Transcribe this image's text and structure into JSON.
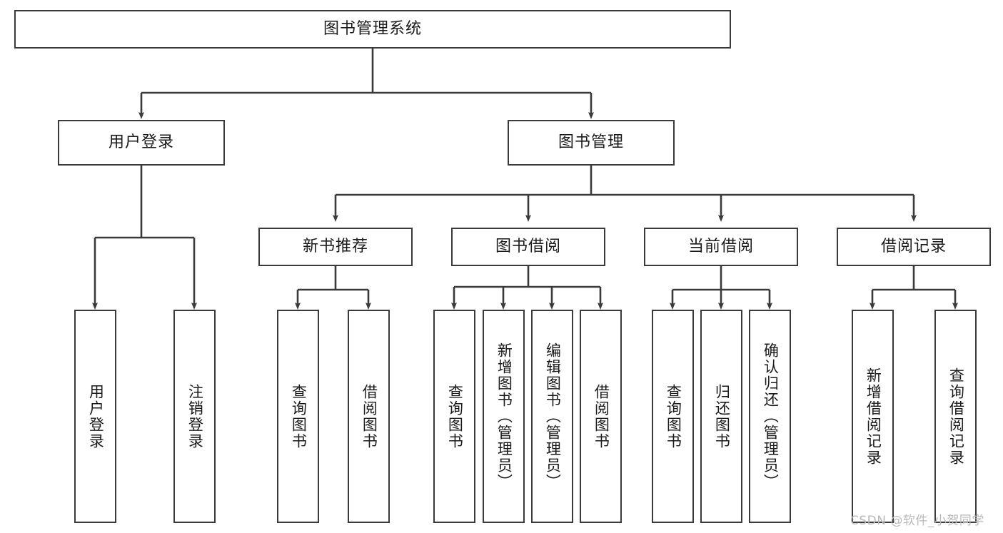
{
  "diagram": {
    "type": "tree-hierarchy",
    "title": "图书管理系统",
    "watermark": "CSDN @软件_小贺同学",
    "colors": {
      "stroke": "#3a3a3a",
      "fill": "#ffffff",
      "text": "#1a1a1a",
      "watermark": "#b9b9b9"
    },
    "levels": {
      "root": {
        "label": "图书管理系统"
      },
      "level2": [
        {
          "id": "user-login",
          "label": "用户登录"
        },
        {
          "id": "book-manage",
          "label": "图书管理"
        }
      ],
      "level3": [
        {
          "id": "new-book-rec",
          "label": "新书推荐"
        },
        {
          "id": "book-borrow",
          "label": "图书借阅"
        },
        {
          "id": "current-borrow",
          "label": "当前借阅"
        },
        {
          "id": "borrow-record",
          "label": "借阅记录"
        }
      ],
      "leaves": {
        "user_login": [
          {
            "id": "leaf-user-login",
            "label": "用户登录"
          },
          {
            "id": "leaf-user-logout",
            "label": "注销登录"
          }
        ],
        "new_book_rec": [
          {
            "id": "leaf-query-book-1",
            "label": "查询图书"
          },
          {
            "id": "leaf-borrow-book-1",
            "label": "借阅图书"
          }
        ],
        "book_borrow": [
          {
            "id": "leaf-query-book-2",
            "label": "查询图书"
          },
          {
            "id": "leaf-add-book",
            "label": "新增图书（管理员）"
          },
          {
            "id": "leaf-edit-book",
            "label": "编辑图书（管理员）"
          },
          {
            "id": "leaf-borrow-book-2",
            "label": "借阅图书"
          }
        ],
        "current_borrow": [
          {
            "id": "leaf-query-book-3",
            "label": "查询图书"
          },
          {
            "id": "leaf-return-book",
            "label": "归还图书"
          },
          {
            "id": "leaf-confirm-return",
            "label": "确认归还（管理员）"
          }
        ],
        "borrow_record": [
          {
            "id": "leaf-add-record",
            "label": "新增借阅记录"
          },
          {
            "id": "leaf-query-record",
            "label": "查询借阅记录"
          }
        ]
      }
    }
  }
}
